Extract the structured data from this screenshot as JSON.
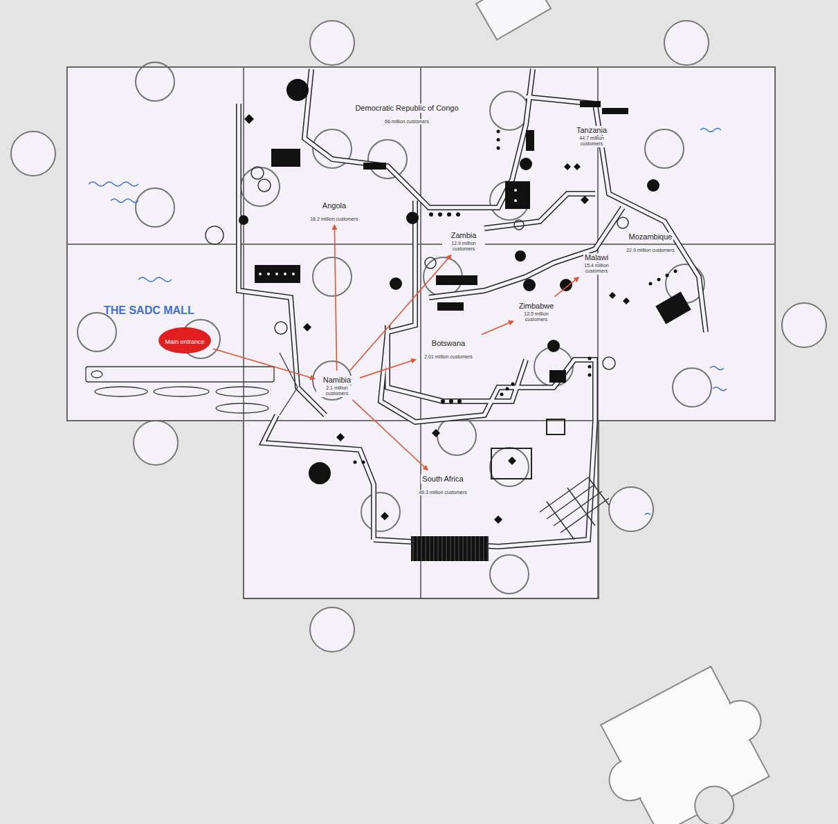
{
  "diagram": {
    "title": "THE SADC MALL",
    "nodes": [
      {
        "text": [
          "Democratic Republic of Congo",
          "66 million customers"
        ]
      },
      {
        "text": [
          "Tanzania",
          "44.7 million customers"
        ]
      },
      {
        "text": [
          "Angola",
          "18.2 million customers"
        ]
      },
      {
        "text": [
          "Zambia",
          "12.9 million customers"
        ]
      },
      {
        "text": [
          "Mozambique",
          "22.9 million customers"
        ]
      },
      {
        "text": [
          "Malawi",
          "15.4 million customers"
        ]
      },
      {
        "text": [
          "Zimbabwe",
          "12.5 million customers"
        ]
      },
      {
        "text": [
          "Botswana",
          "2.01 million customers"
        ]
      },
      {
        "text": [
          "Namibia",
          "2.1 million customers"
        ]
      },
      {
        "text": [
          "South Africa",
          "49.3 million customers"
        ]
      },
      {
        "text": [
          "Main entrance"
        ]
      }
    ],
    "edges": [
      {
        "from": 10,
        "to": 8,
        "arrow": "to"
      },
      {
        "from": 8,
        "to": 2,
        "arrow": "to"
      },
      {
        "from": 8,
        "to": 3,
        "arrow": "to"
      },
      {
        "from": 8,
        "to": 7,
        "arrow": "to"
      },
      {
        "from": 8,
        "to": 9,
        "arrow": "to"
      },
      {
        "from": 7,
        "to": 6,
        "arrow": "to"
      },
      {
        "from": 6,
        "to": 5,
        "arrow": "to"
      }
    ]
  }
}
